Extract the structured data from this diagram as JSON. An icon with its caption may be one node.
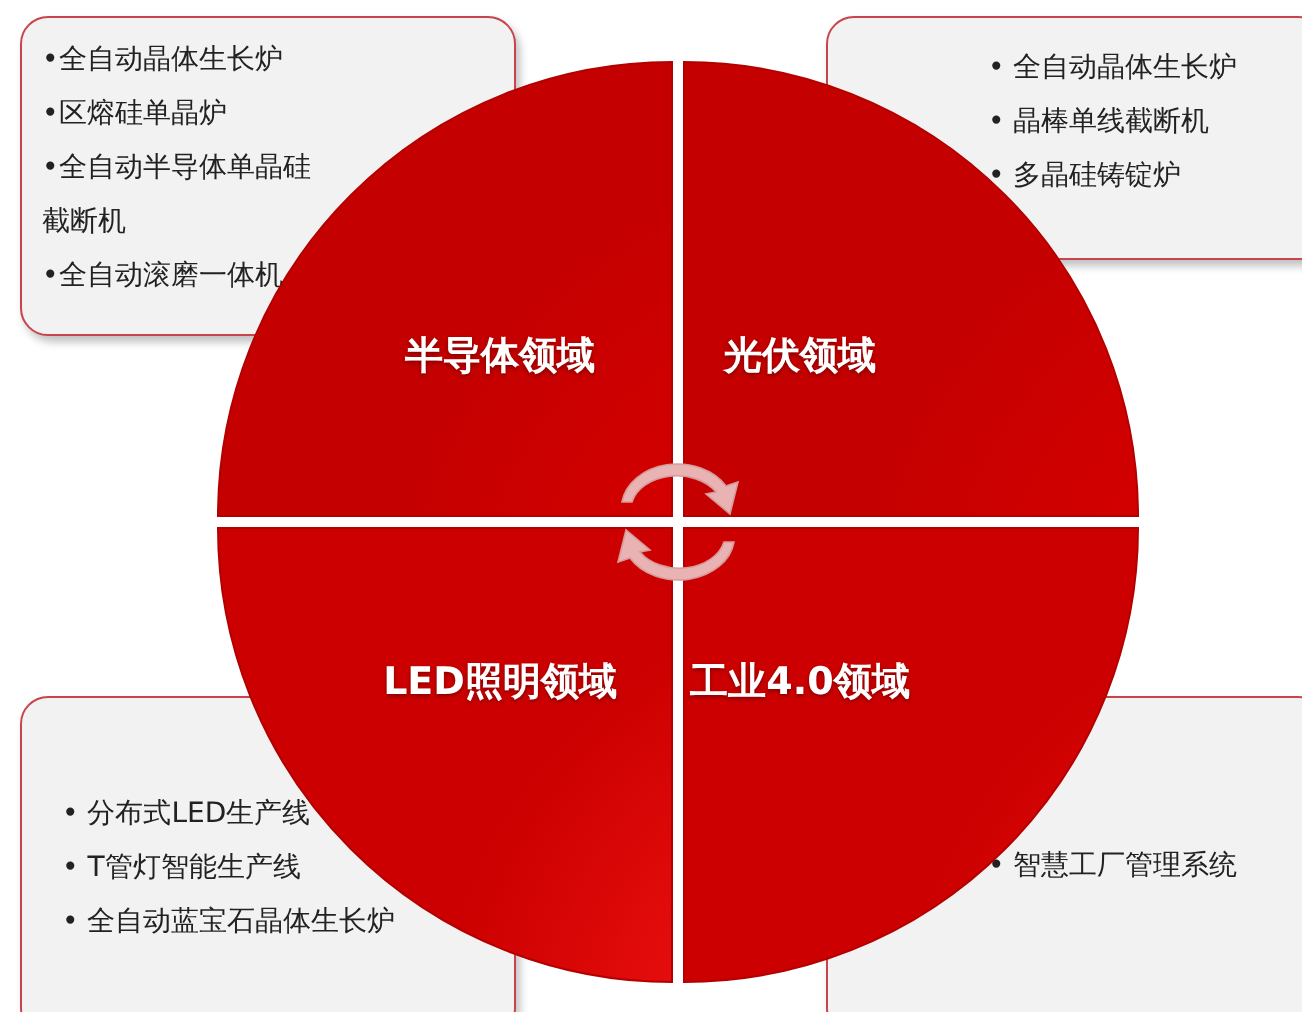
{
  "diagram": {
    "nodes": [
      {
        "text": [
          "•全自动晶体生长炉",
          "•区熔硅单晶炉",
          "•全自动半导体单晶硅截断机",
          "•全自动滚磨一体机"
        ]
      },
      {
        "text": [
          "• 全自动晶体生长炉",
          "• 晶棒单线截断机",
          "• 多晶硅铸锭炉"
        ]
      },
      {
        "text": [
          "半导体领域"
        ]
      },
      {
        "text": [
          "光伏领域"
        ]
      },
      {
        "text": [
          "LED照明领域"
        ]
      },
      {
        "text": [
          "工业4.0领域"
        ]
      },
      {
        "text": [
          "• 分布式LED生产线",
          "• T管灯智能生产线",
          "• 全自动蓝宝石晶体生长炉"
        ]
      },
      {
        "text": [
          "• 智慧工厂管理系统"
        ]
      }
    ]
  }
}
